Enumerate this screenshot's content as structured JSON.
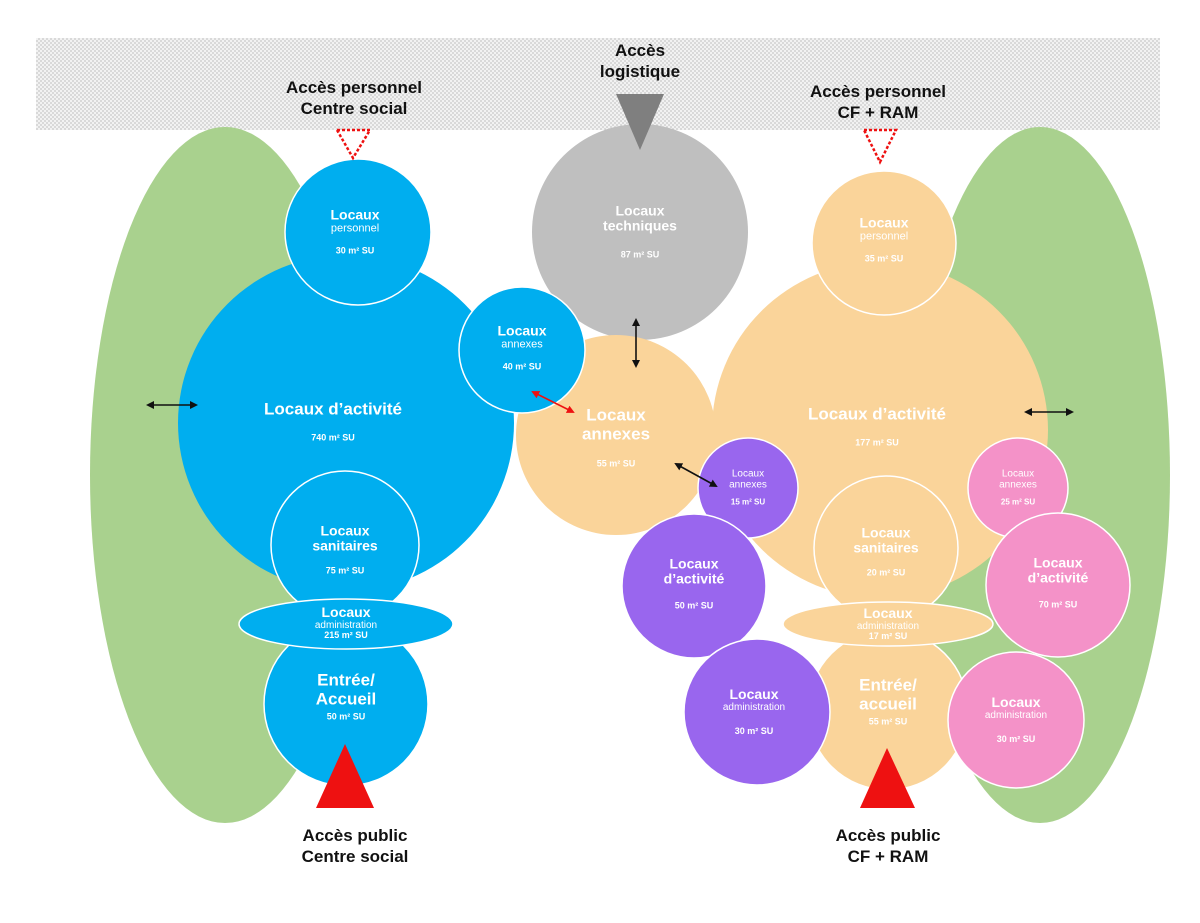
{
  "colors": {
    "green": "#a9d18e",
    "blue": "#00aeef",
    "peach": "#fad49a",
    "grey": "#bfbfbf",
    "purple": "#9966ee",
    "pink": "#f492c8",
    "red": "#ee1111",
    "hatch": "#e6e6e6"
  },
  "top": {
    "logistics_line1": "Accès",
    "logistics_line2": "logistique",
    "staff_left_line1": "Accès personnel",
    "staff_left_line2": "Centre social",
    "staff_right_line1": "Accès personnel",
    "staff_right_line2": "CF + RAM"
  },
  "bottom": {
    "public_left_line1": "Accès public",
    "public_left_line2": "Centre social",
    "public_right_line1": "Accès public",
    "public_right_line2": "CF + RAM"
  },
  "left": {
    "personnel": {
      "l1": "Locaux",
      "l2": "personnel",
      "area": "30 m² SU"
    },
    "activite": {
      "l1": "Locaux d’activité",
      "area": "740 m² SU"
    },
    "annexes": {
      "l1": "Locaux",
      "l2": "annexes",
      "area": "40 m² SU"
    },
    "sanitaires": {
      "l1": "Locaux",
      "l2": "sanitaires",
      "area": "75 m² SU"
    },
    "administration": {
      "l1": "Locaux",
      "l2": "administration",
      "area": "215 m² SU"
    },
    "accueil": {
      "l1": "Entrée/",
      "l2": "Accueil",
      "area": "50 m² SU"
    }
  },
  "center": {
    "techniques": {
      "l1": "Locaux",
      "l2": "techniques",
      "area": "87 m² SU"
    },
    "annexes": {
      "l1": "Locaux",
      "l2": "annexes",
      "area": "55 m² SU"
    }
  },
  "purple": {
    "annexes": {
      "l1": "Locaux",
      "l2": "annexes",
      "area": "15 m² SU"
    },
    "activite": {
      "l1": "Locaux",
      "l2": "d’activité",
      "area": "50 m² SU"
    },
    "administration": {
      "l1": "Locaux",
      "l2": "administration",
      "area": "30 m² SU"
    }
  },
  "right": {
    "personnel": {
      "l1": "Locaux",
      "l2": "personnel",
      "area": "35 m² SU"
    },
    "activite": {
      "l1": "Locaux d’activité",
      "area": "177 m² SU"
    },
    "sanitaires": {
      "l1": "Locaux",
      "l2": "sanitaires",
      "area": "20 m² SU"
    },
    "administration": {
      "l1": "Locaux",
      "l2": "administration",
      "area": "17 m² SU"
    },
    "accueil": {
      "l1": "Entrée/",
      "l2": "accueil",
      "area": "55 m² SU"
    }
  },
  "pink": {
    "annexes": {
      "l1": "Locaux",
      "l2": "annexes",
      "area": "25 m² SU"
    },
    "activite": {
      "l1": "Locaux",
      "l2": "d’activité",
      "area": "70 m² SU"
    },
    "administration": {
      "l1": "Locaux",
      "l2": "administration",
      "area": "30 m² SU"
    }
  }
}
